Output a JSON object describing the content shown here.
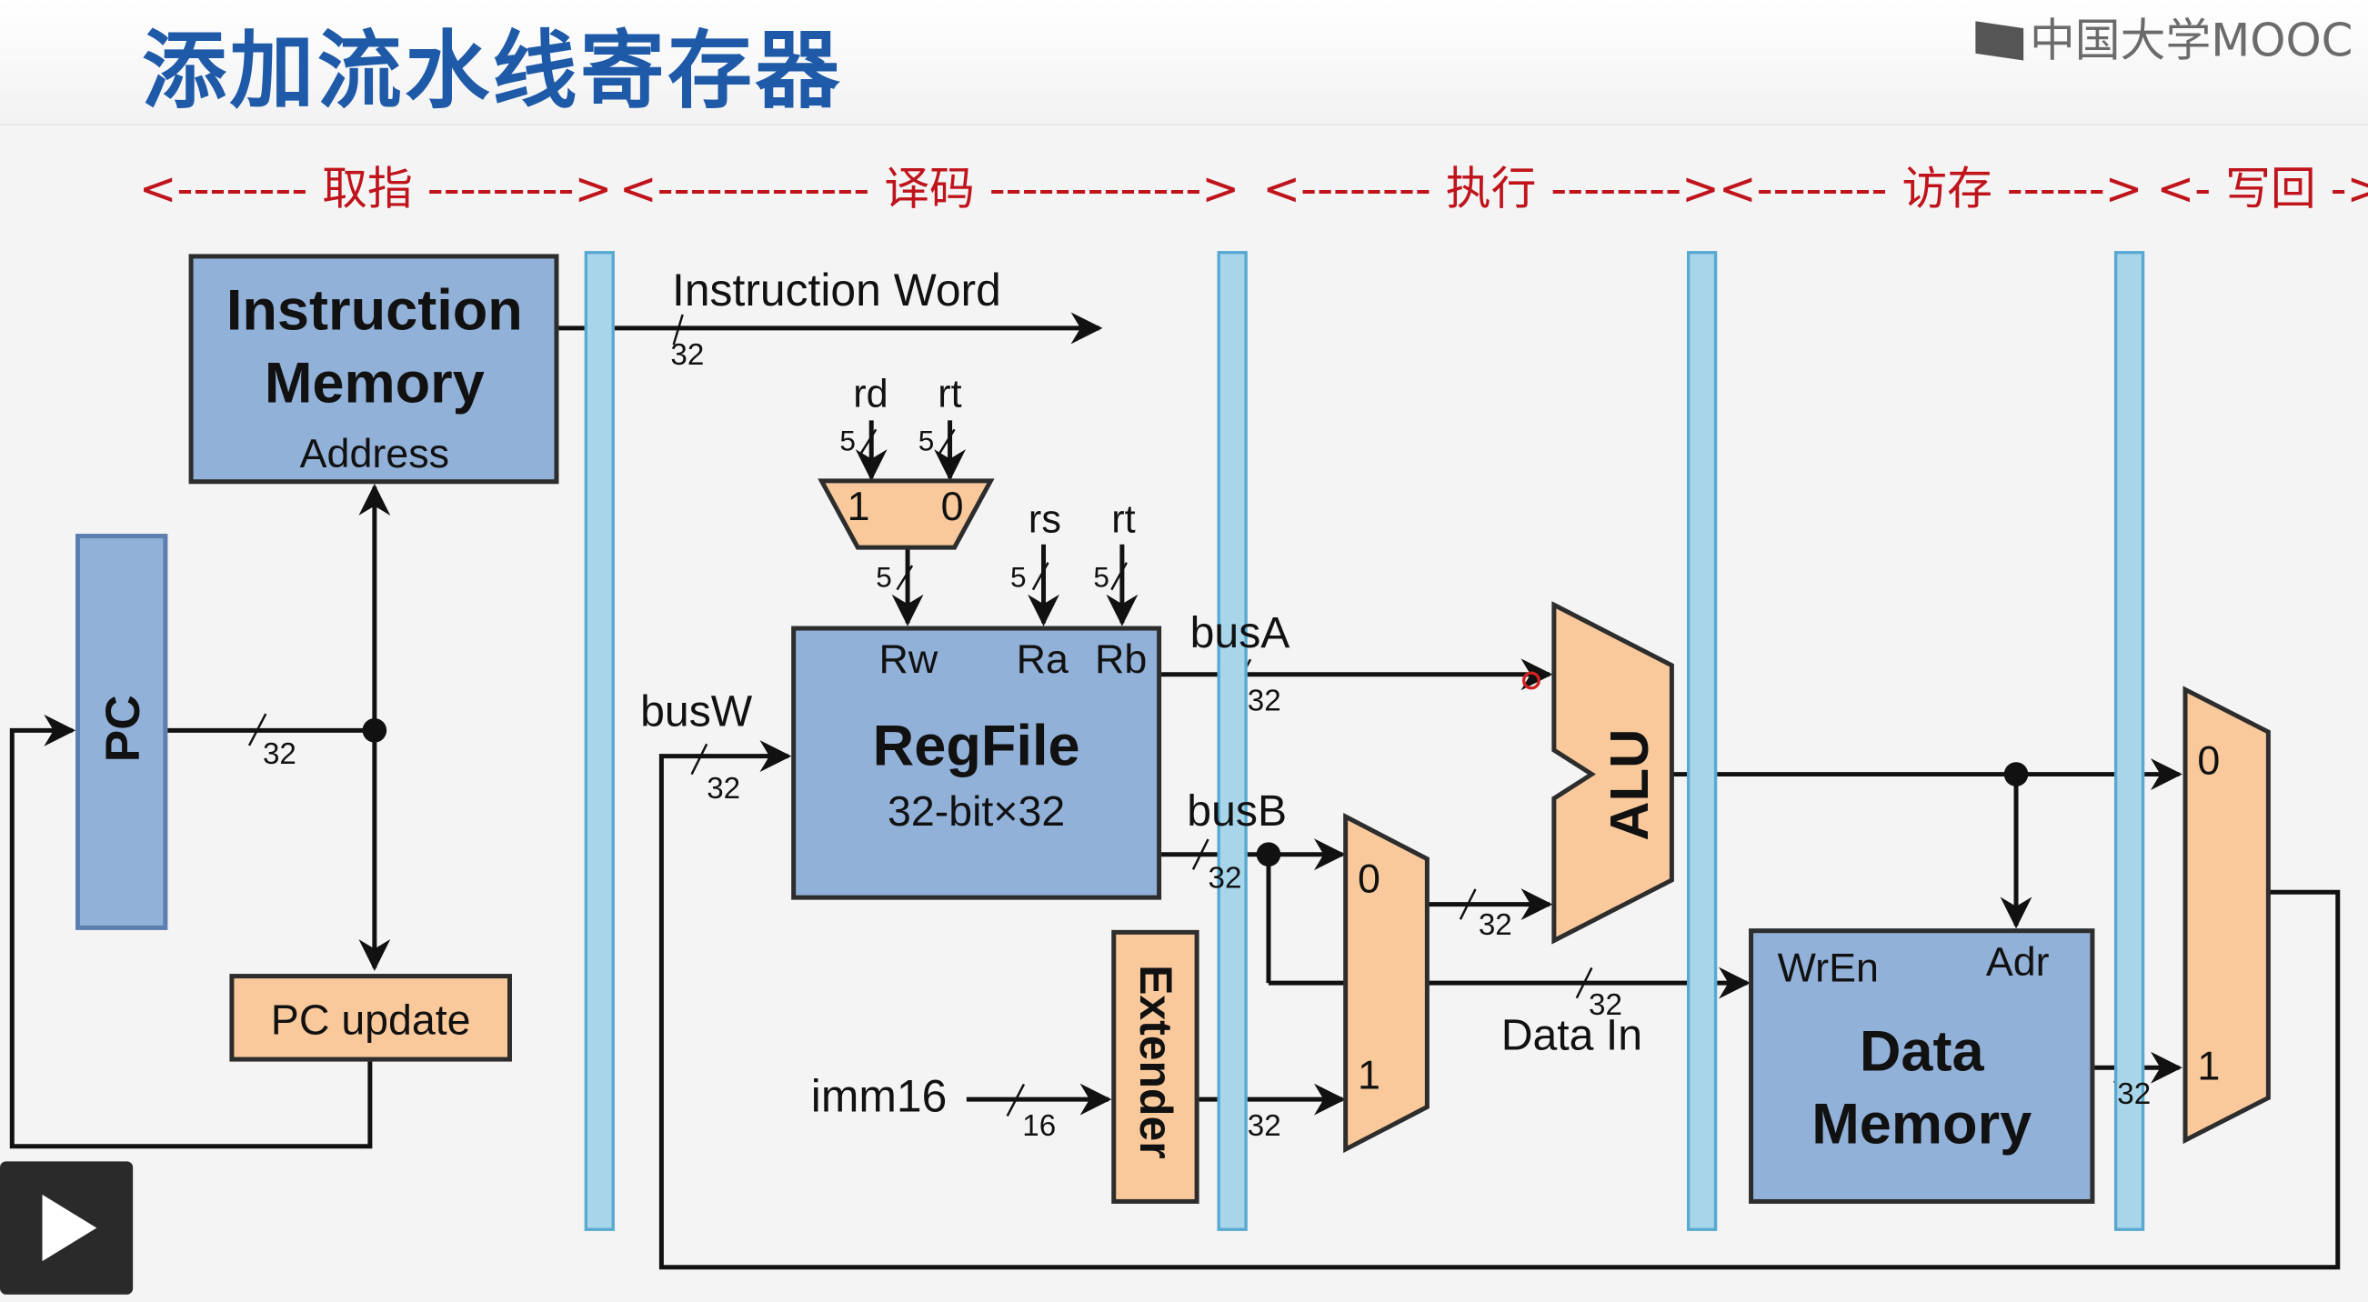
{
  "header": {
    "title": "添加流水线寄存器",
    "brand": "中国大学MOOC"
  },
  "stages": [
    {
      "label": "取指",
      "left_arrow": "<--------",
      "right_arrow": "--------->"
    },
    {
      "label": "译码",
      "left_arrow": "<-------------",
      "right_arrow": "------------->"
    },
    {
      "label": "执行",
      "left_arrow": "<--------",
      "right_arrow": "-------->"
    },
    {
      "label": "访存",
      "left_arrow": "<--------",
      "right_arrow": "------>"
    },
    {
      "label": "写回",
      "left_arrow": "<-",
      "right_arrow": "->"
    }
  ],
  "blocks": {
    "instruction_memory": {
      "line1": "Instruction",
      "line2": "Memory",
      "port": "Address"
    },
    "pc": "PC",
    "pc_update": "PC update",
    "regfile": {
      "name": "RegFile",
      "size": "32-bit×32",
      "port_rw": "Rw",
      "port_ra": "Ra",
      "port_rb": "Rb"
    },
    "extender": "Extender",
    "alu": "ALU",
    "data_memory": {
      "line1": "Data",
      "line2": "Memory",
      "port_wren": "WrEn",
      "port_adr": "Adr"
    }
  },
  "muxes": {
    "rw_mux": {
      "in1": "1",
      "in0": "0"
    },
    "alu_b_mux": {
      "in0": "0",
      "in1": "1"
    },
    "wb_mux": {
      "in0": "0",
      "in1": "1"
    }
  },
  "signals": {
    "instruction_word": "Instruction Word",
    "rd": "rd",
    "rt": "rt",
    "rs": "rs",
    "rt2": "rt",
    "busA": "busA",
    "busB": "busB",
    "busW": "busW",
    "imm16": "imm16",
    "data_in": "Data In"
  },
  "widths": {
    "iw": "32",
    "pc": "32",
    "busW": "32",
    "busA": "32",
    "busB": "32",
    "rd": "5",
    "rt": "5",
    "mux_out": "5",
    "rs": "5",
    "rt2": "5",
    "alu_in": "32",
    "data_in": "32",
    "imm16": "16",
    "ext_out": "32",
    "dm_out": "32"
  }
}
